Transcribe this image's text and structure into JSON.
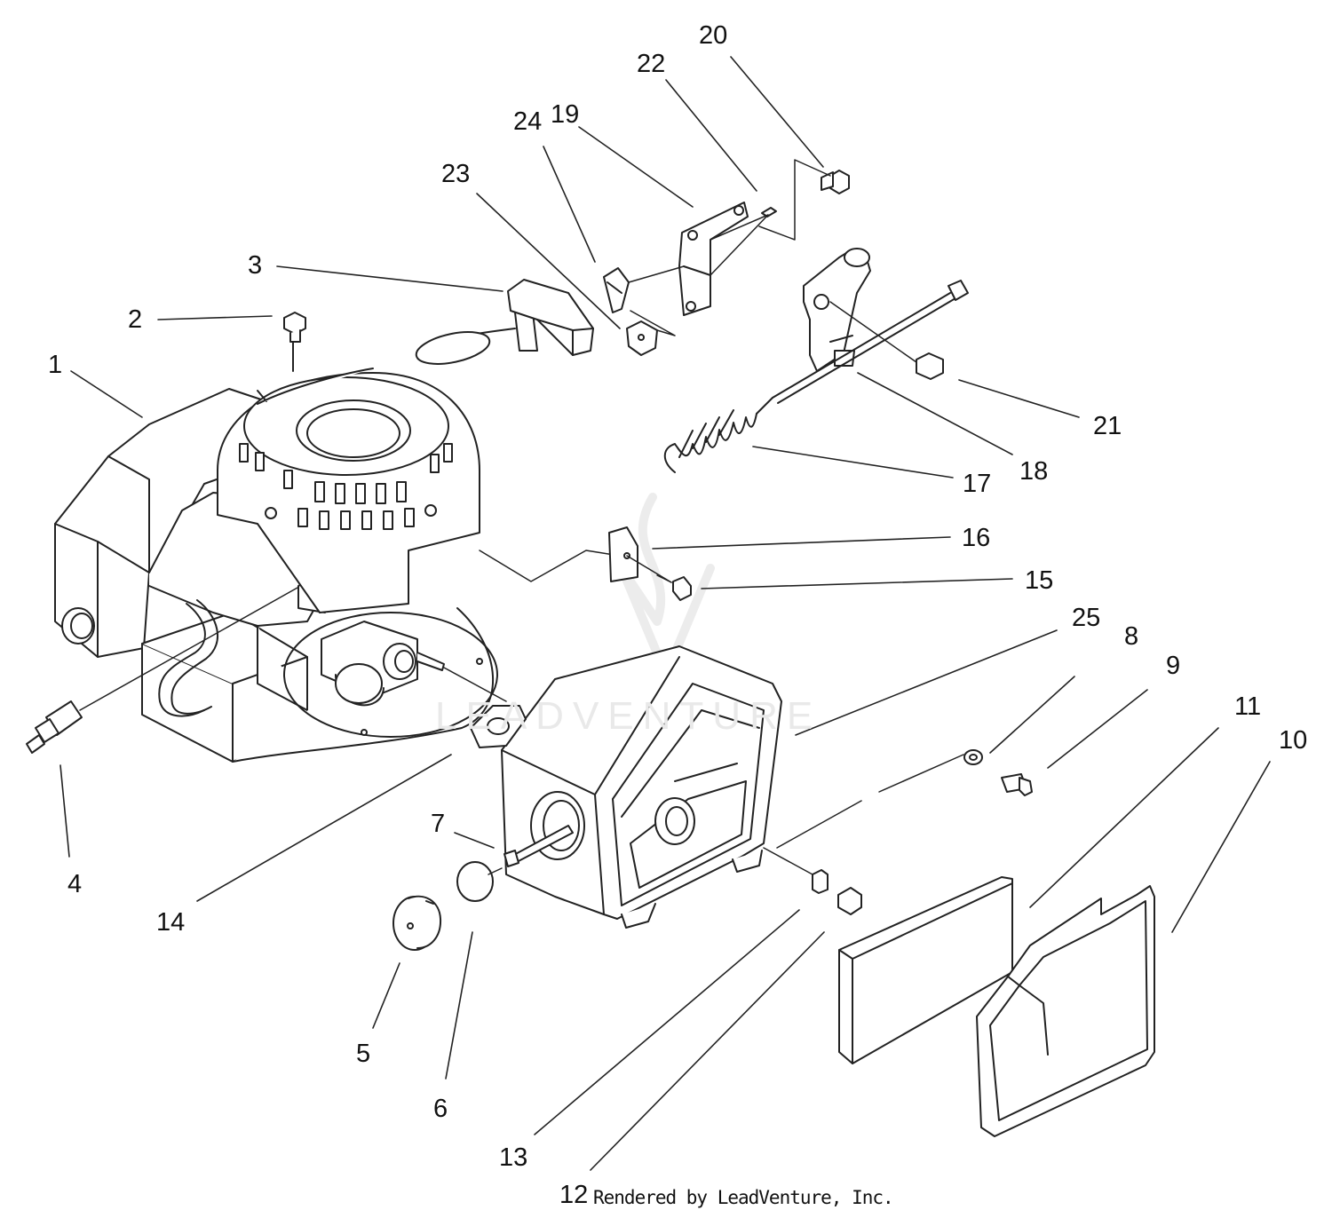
{
  "diagram": {
    "callouts": [
      "1",
      "2",
      "3",
      "4",
      "5",
      "6",
      "7",
      "8",
      "9",
      "10",
      "11",
      "12",
      "13",
      "14",
      "15",
      "16",
      "17",
      "18",
      "19",
      "20",
      "21",
      "22",
      "23",
      "24",
      "25"
    ],
    "credit": "Rendered by LeadVenture, Inc.",
    "watermark": "LEADVENTURE",
    "line_color": "#222222",
    "background_color": "#ffffff",
    "watermark_color": "#e9e9e9"
  }
}
